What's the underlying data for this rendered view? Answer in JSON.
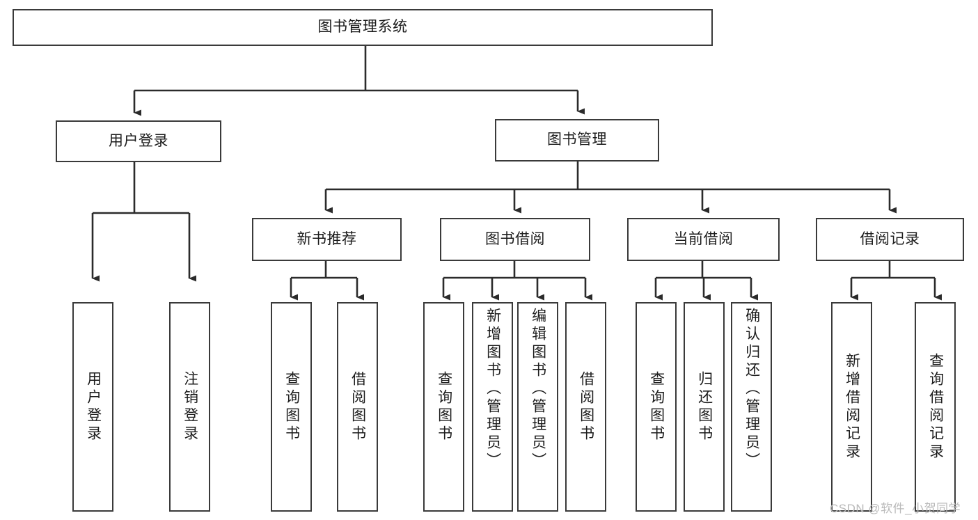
{
  "diagram": {
    "type": "tree-hierarchy",
    "title": "图书管理系统",
    "watermark": "CSDN @软件_小贺同学",
    "colors": {
      "box_border": "#3a3a3a",
      "connector": "#2b2b2b",
      "background": "#ffffff",
      "text": "#1b1b1b",
      "watermark": "#b9b9b9"
    },
    "levels": {
      "root": {
        "label": "图书管理系统"
      },
      "level2": [
        {
          "label": "用户登录"
        },
        {
          "label": "图书管理"
        }
      ],
      "level3": [
        {
          "label": "新书推荐"
        },
        {
          "label": "图书借阅"
        },
        {
          "label": "当前借阅"
        },
        {
          "label": "借阅记录"
        }
      ],
      "leaves": [
        {
          "label": "用户登录",
          "parent": "用户登录"
        },
        {
          "label": "注销登录",
          "parent": "用户登录"
        },
        {
          "label": "查询图书",
          "parent": "新书推荐"
        },
        {
          "label": "借阅图书",
          "parent": "新书推荐"
        },
        {
          "label": "查询图书",
          "parent": "图书借阅"
        },
        {
          "label": "新增图书（管理员）",
          "parent": "图书借阅"
        },
        {
          "label": "编辑图书（管理员）",
          "parent": "图书借阅"
        },
        {
          "label": "借阅图书",
          "parent": "图书借阅"
        },
        {
          "label": "查询图书",
          "parent": "当前借阅"
        },
        {
          "label": "归还图书",
          "parent": "当前借阅"
        },
        {
          "label": "确认归还（管理员）",
          "parent": "当前借阅"
        },
        {
          "label": "新增借阅记录",
          "parent": "借阅记录"
        },
        {
          "label": "查询借阅记录",
          "parent": "借阅记录"
        }
      ]
    }
  }
}
